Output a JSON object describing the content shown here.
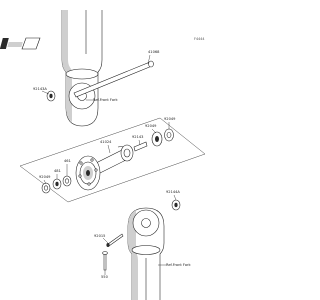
{
  "diagram": {
    "code": "F4444",
    "parts": {
      "axle": "41068",
      "seal_upper_fork": "92143A",
      "hub": "41024",
      "collar_right": "92143",
      "bearing_right_a": "92049",
      "bearing_right_b": "92049",
      "bearing_left": "92049",
      "circlip": "481",
      "spacer": "461",
      "seal_lower_fork": "92144A",
      "bolt": "92015",
      "bolt_nut": "550"
    },
    "refs": {
      "upper_fork": "Ref.Front Fork",
      "lower_fork": "Ref.Front Fork"
    },
    "logo": "kawasaki-k-logo"
  }
}
